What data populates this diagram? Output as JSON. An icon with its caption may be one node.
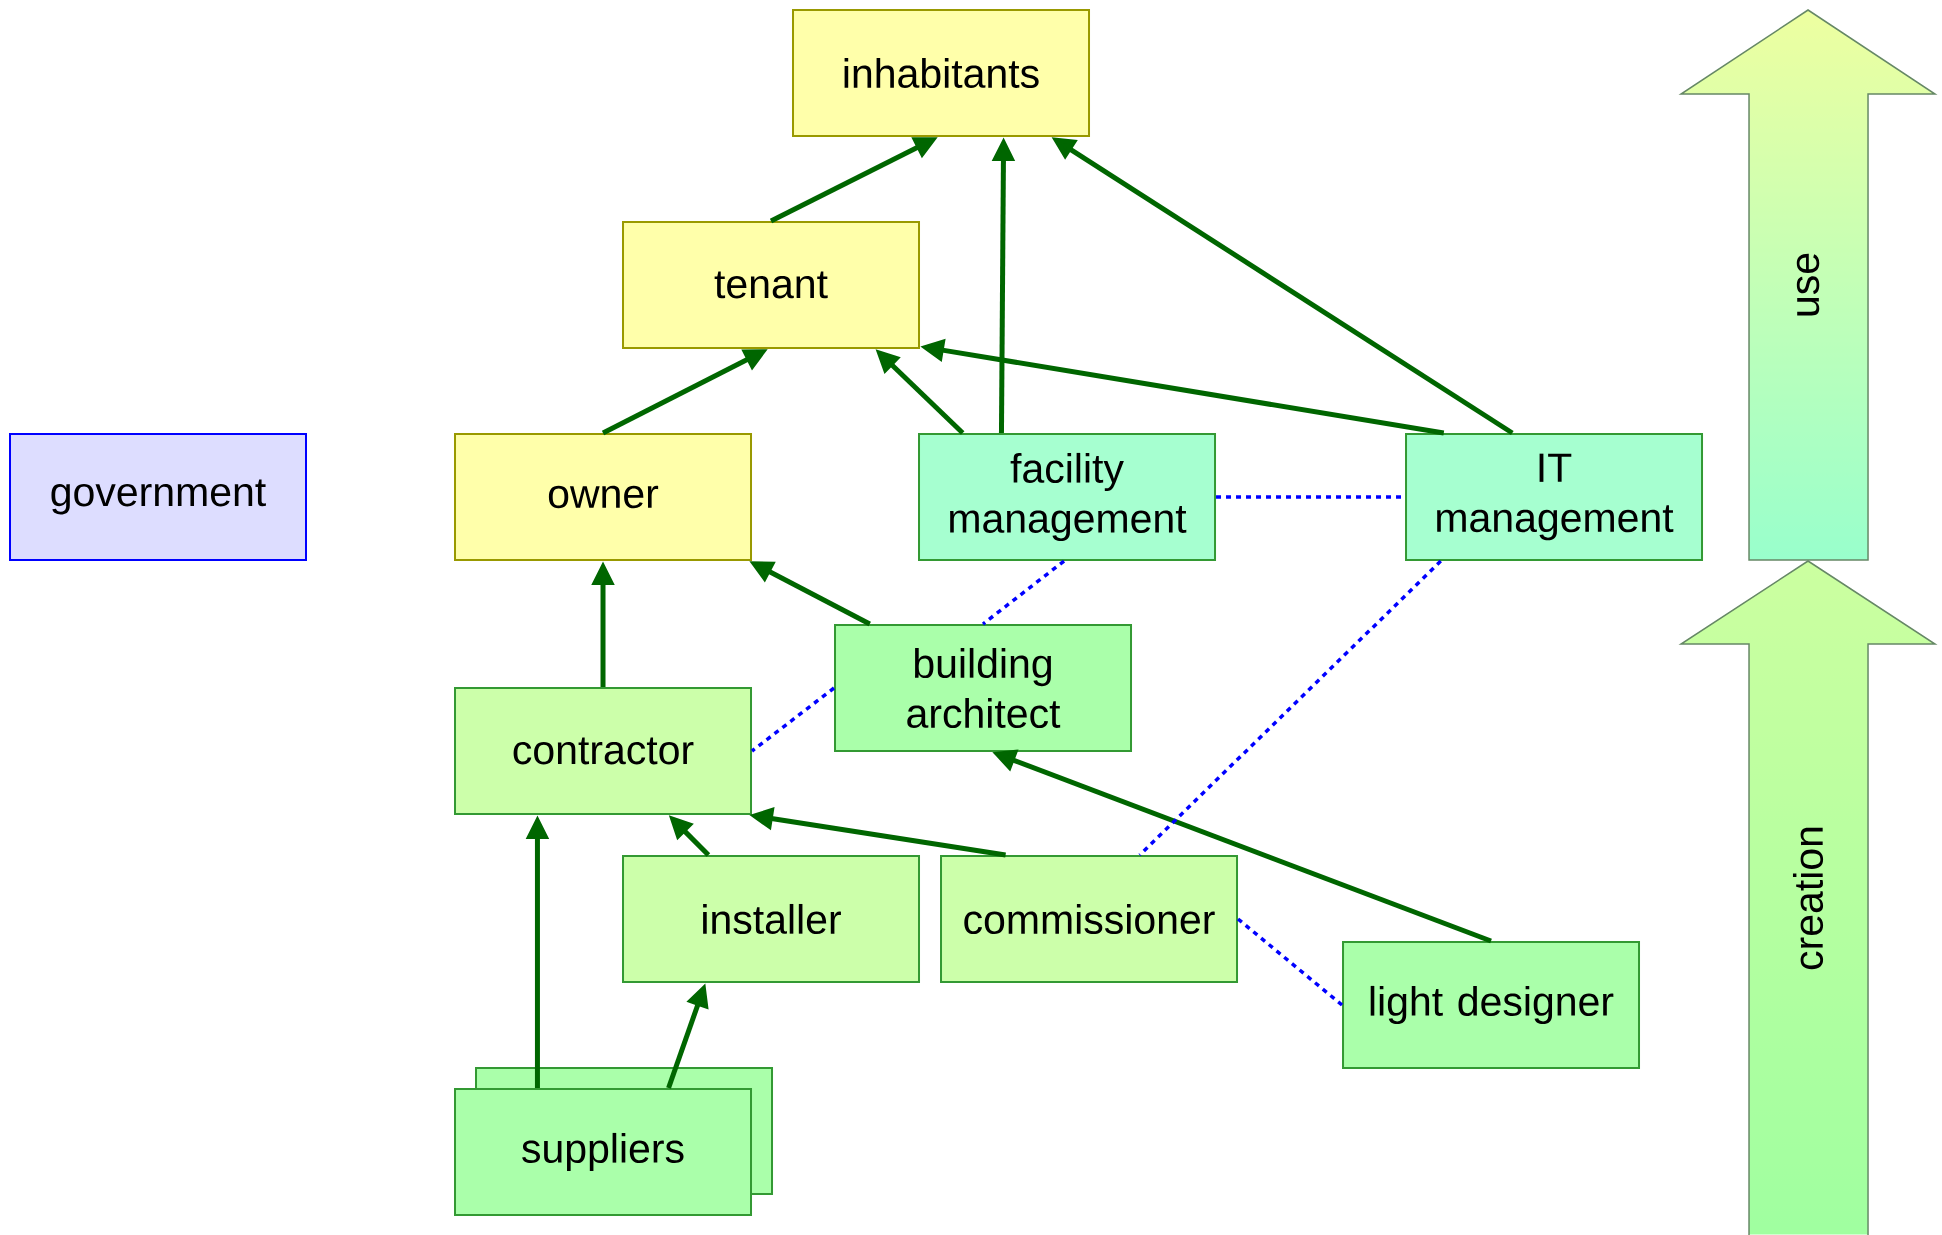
{
  "diagram": {
    "nodes": [
      {
        "text": [
          "inhabitants"
        ]
      },
      {
        "text": [
          "tenant"
        ]
      },
      {
        "text": [
          "government"
        ]
      },
      {
        "text": [
          "owner"
        ]
      },
      {
        "text": [
          "facility management"
        ]
      },
      {
        "text": [
          "IT management"
        ]
      },
      {
        "text": [
          "building architect"
        ]
      },
      {
        "text": [
          "contractor"
        ]
      },
      {
        "text": [
          "installer"
        ]
      },
      {
        "text": [
          "commissioner"
        ]
      },
      {
        "text": [
          "light designer"
        ]
      },
      {
        "text": [
          "suppliers"
        ]
      },
      {
        "text": [
          "use"
        ]
      },
      {
        "text": [
          "creation"
        ]
      }
    ],
    "edges": [
      {
        "from": 1,
        "to": 0,
        "arrow": "to"
      },
      {
        "from": 4,
        "to": 0,
        "arrow": "to"
      },
      {
        "from": 5,
        "to": 0,
        "arrow": "to"
      },
      {
        "from": 3,
        "to": 1,
        "arrow": "to"
      },
      {
        "from": 4,
        "to": 1,
        "arrow": "to"
      },
      {
        "from": 5,
        "to": 1,
        "arrow": "to"
      },
      {
        "from": 6,
        "to": 3,
        "arrow": "to"
      },
      {
        "from": 7,
        "to": 3,
        "arrow": "to"
      },
      {
        "from": 8,
        "to": 7,
        "arrow": "to"
      },
      {
        "from": 9,
        "to": 7,
        "arrow": "to"
      },
      {
        "from": 11,
        "to": 7,
        "arrow": "to"
      },
      {
        "from": 11,
        "to": 8,
        "arrow": "to"
      },
      {
        "from": 10,
        "to": 6,
        "arrow": "to"
      },
      {
        "from": 4,
        "to": 5,
        "arrow": "none",
        "style": "dashed",
        "color": "#0000ff"
      },
      {
        "from": 4,
        "to": 6,
        "arrow": "none",
        "style": "dashed",
        "color": "#0000ff"
      },
      {
        "from": 6,
        "to": 7,
        "arrow": "none",
        "style": "dashed",
        "color": "#0000ff"
      },
      {
        "from": 5,
        "to": 9,
        "arrow": "none",
        "style": "dashed",
        "color": "#0000ff"
      },
      {
        "from": 9,
        "to": 10,
        "arrow": "none",
        "style": "dashed",
        "color": "#0000ff"
      }
    ]
  }
}
